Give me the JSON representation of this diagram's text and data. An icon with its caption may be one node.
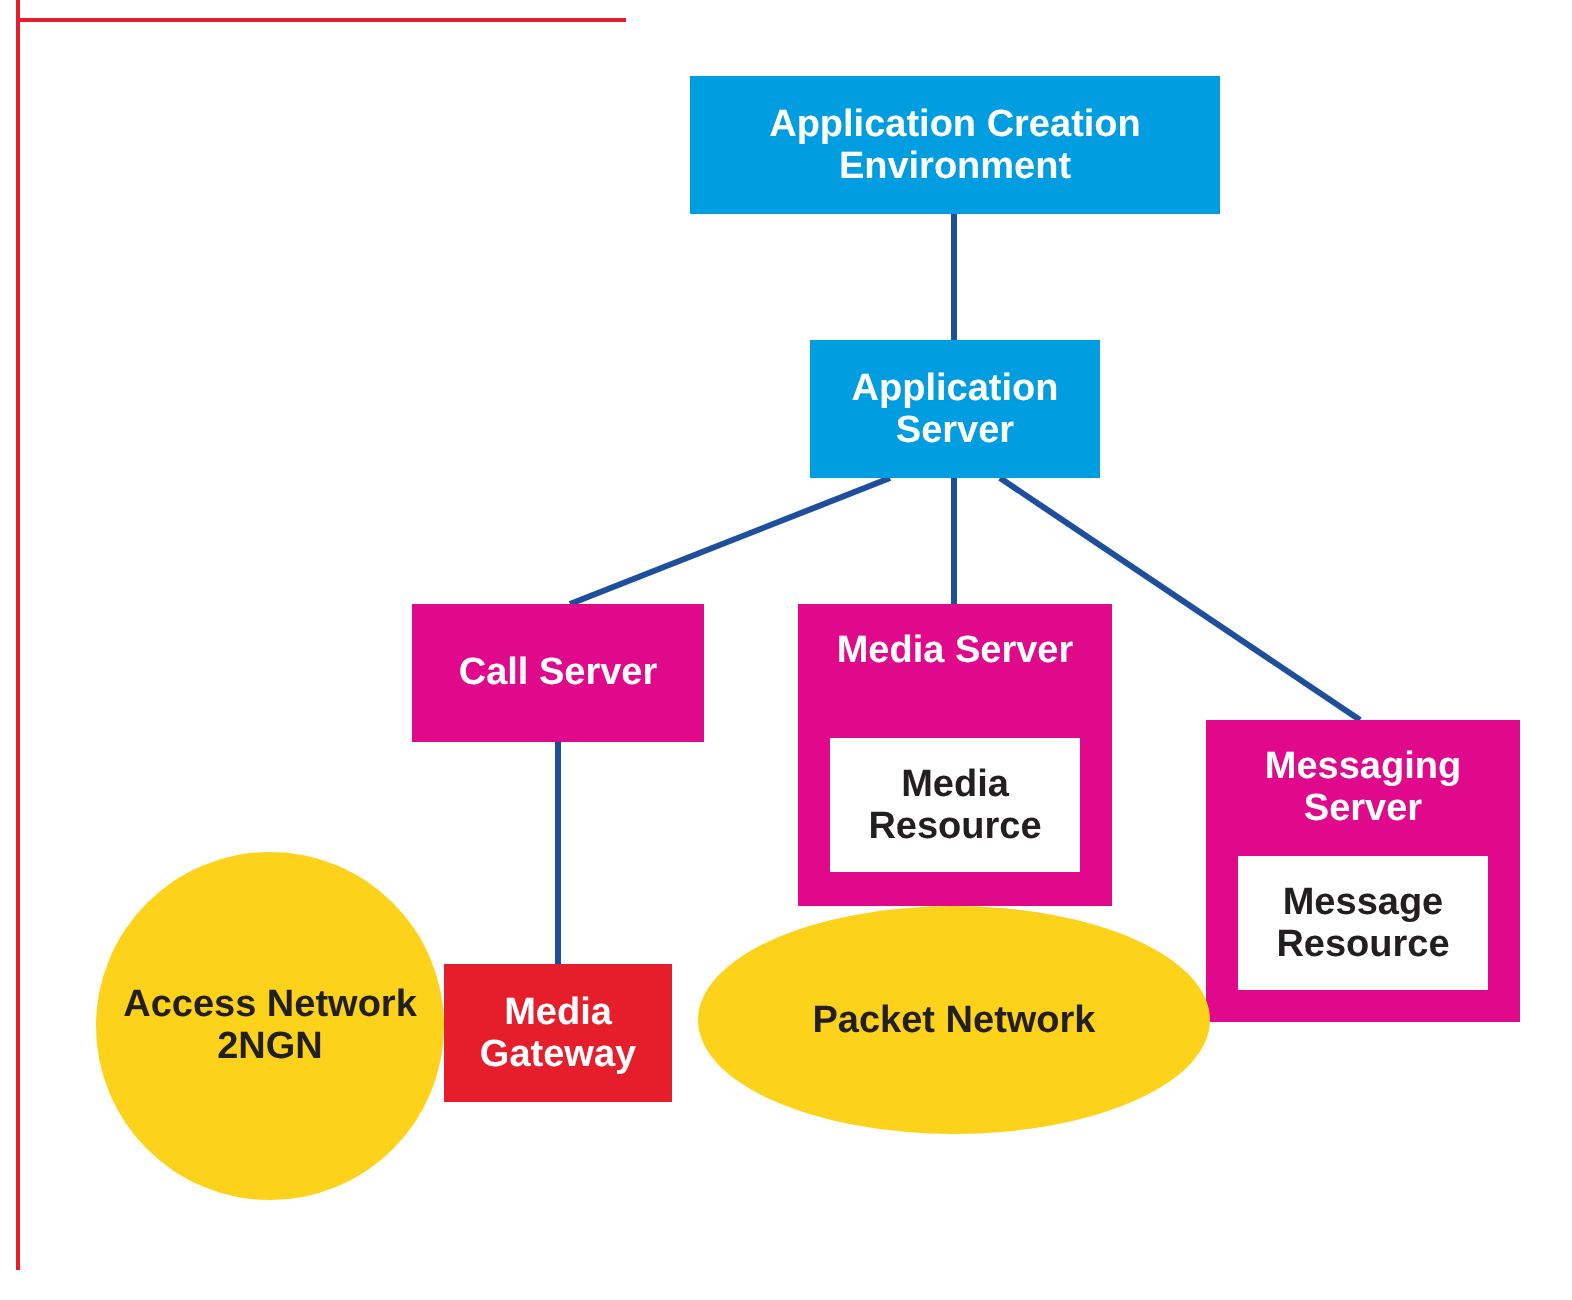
{
  "diagram": {
    "nodes": [
      {
        "text": [
          "Application Creation Environment"
        ]
      },
      {
        "text": [
          "Application Server"
        ]
      },
      {
        "text": [
          "Call Server"
        ]
      },
      {
        "text": [
          "Media Server"
        ]
      },
      {
        "text": [
          "Media Resource"
        ],
        "in": 3
      },
      {
        "text": [
          "Messaging Server"
        ]
      },
      {
        "text": [
          "Message Resource"
        ],
        "in": 5
      },
      {
        "text": [
          "Access Network 2NGN"
        ]
      },
      {
        "text": [
          "Media Gateway"
        ]
      },
      {
        "text": [
          "Packet Network"
        ]
      }
    ],
    "edges": [
      {
        "from": 0,
        "to": 1,
        "arrow": "none"
      },
      {
        "from": 1,
        "to": 2,
        "arrow": "none"
      },
      {
        "from": 1,
        "to": 3,
        "arrow": "none"
      },
      {
        "from": 1,
        "to": 5,
        "arrow": "none"
      },
      {
        "from": 2,
        "to": 8,
        "arrow": "none"
      }
    ]
  }
}
